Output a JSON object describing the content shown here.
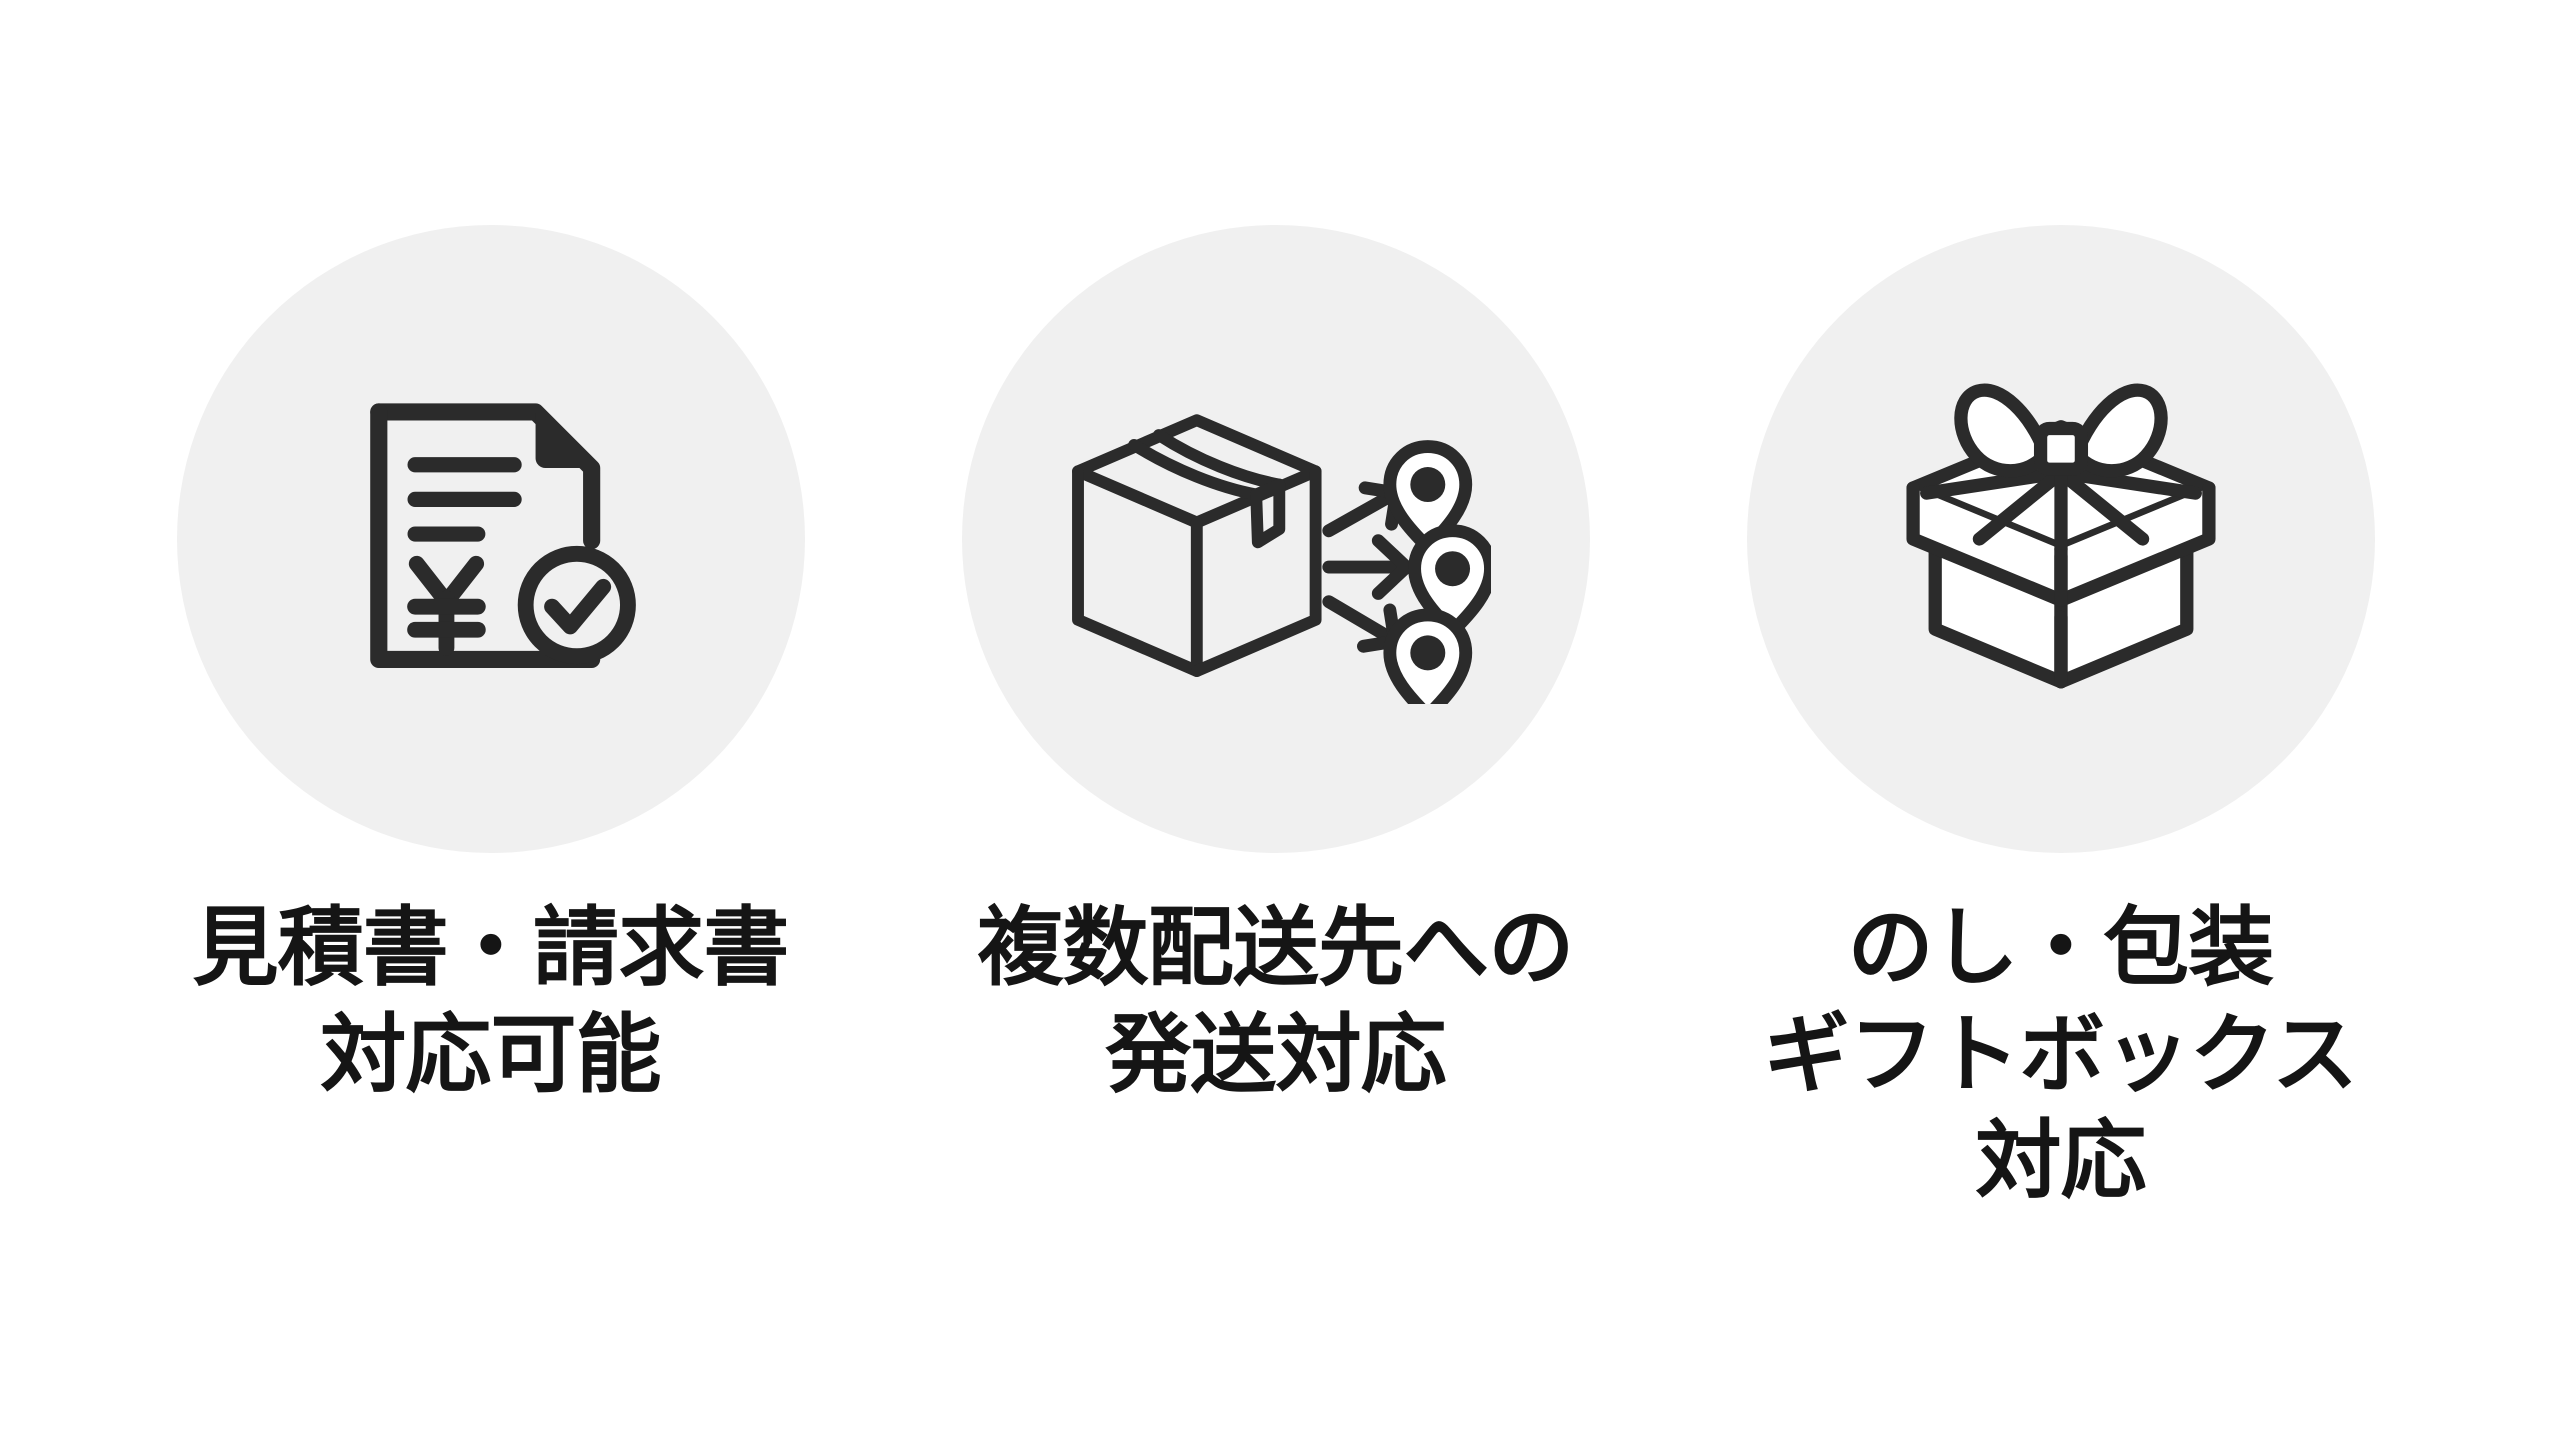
{
  "page": {
    "background_color": "#FFFFFF",
    "circle_color": "#F0F0F0",
    "ink_color": "#2B2B2B",
    "text_color": "#151515"
  },
  "features": [
    {
      "icon_name": "invoice-document-yen-check-icon",
      "caption_lines": [
        "見積書・請求書",
        "対応可能"
      ]
    },
    {
      "icon_name": "package-multi-destination-shipping-icon",
      "caption_lines": [
        "複数配送先への",
        "発送対応"
      ]
    },
    {
      "icon_name": "gift-box-ribbon-icon",
      "caption_lines": [
        "のし・包装",
        "ギフトボックス",
        "対応"
      ]
    }
  ]
}
